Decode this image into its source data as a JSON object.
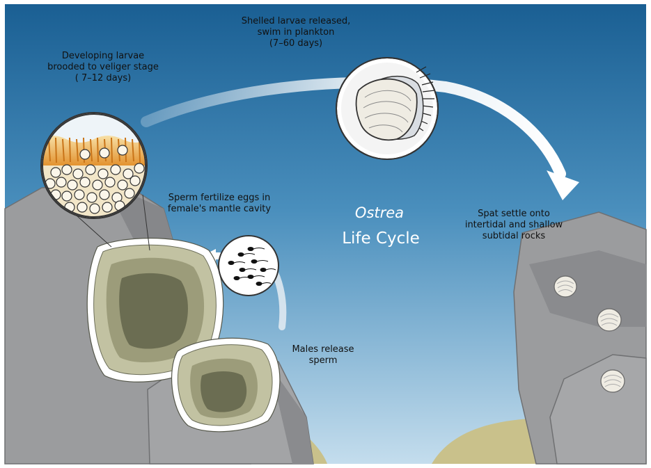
{
  "title": {
    "italic_word": "Ostrea",
    "rest": "Life Cycle"
  },
  "stages": {
    "brooded": "Developing larvae\nbrooded to veliger stage\n( 7–12 days)",
    "released": "Shelled larvae released,\nswim in plankton\n(7–60 days)",
    "fertilize": "Sperm fertilize eggs in\nfemale's mantle cavity",
    "settle": "Spat settle onto\nintertidal and shallow\nsubtidal rocks",
    "males": "Males release\nsperm"
  },
  "colors": {
    "water_top": "#1f6ea4",
    "water_bottom": "#bdd9ea",
    "rock": "#9a9b9d",
    "rock_shadow": "#7d7e80",
    "sand": "#c8c089",
    "arrow": "#ffffff",
    "oyster_dark": "#6b6d52",
    "oyster_mid": "#9a9a78",
    "oyster_light": "#c2c2a2",
    "larvae_orange": "#e8a33b"
  }
}
